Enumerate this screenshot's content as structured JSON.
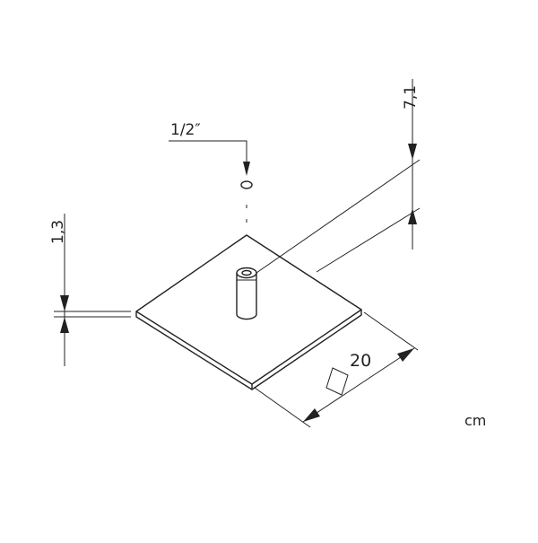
{
  "drawing": {
    "pipe_thread_label": "1/2″",
    "height_label": "7,1",
    "thickness_label": "1,3",
    "side_length_label": "20",
    "units_label": "cm",
    "square_symbol_icon": "square-outline",
    "line_color": "#222222"
  }
}
